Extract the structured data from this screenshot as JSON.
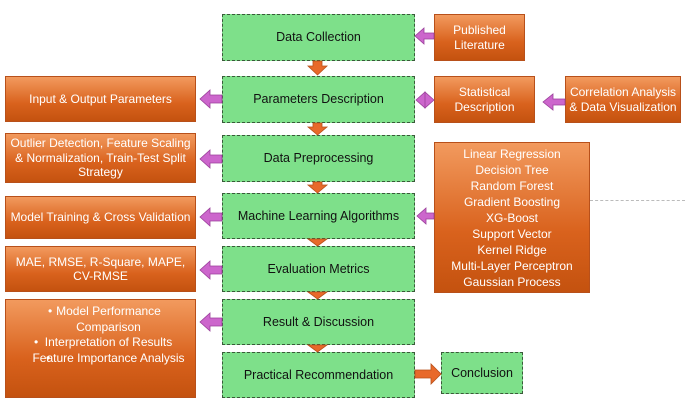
{
  "flow": {
    "data_collection": "Data Collection",
    "parameters_description": "Parameters Description",
    "data_preprocessing": "Data Preprocessing",
    "ml_algorithms": "Machine Learning Algorithms",
    "evaluation_metrics": "Evaluation Metrics",
    "result_discussion": "Result & Discussion",
    "practical_recommendation": "Practical Recommendation",
    "conclusion": "Conclusion"
  },
  "side": {
    "published_literature": "Published Literature",
    "input_output": "Input & Output Parameters",
    "statistical_description": "Statistical Description",
    "correlation": "Correlation Analysis & Data Visualization",
    "preprocessing_detail": "Outlier Detection, Feature Scaling & Normalization, Train-Test Split Strategy",
    "model_training": "Model Training & Cross Validation",
    "metrics_list": "MAE, RMSE, R-Square, MAPE, CV-RMSE",
    "result_items": [
      "Model Performance Comparison",
      "Interpretation of Results",
      "Feature Importance Analysis"
    ],
    "algorithms": [
      "Linear Regression",
      "Decision Tree",
      "Random Forest",
      "Gradient Boosting",
      "XG-Boost",
      "Support Vector",
      "Kernel Ridge",
      "Multi-Layer Perceptron",
      "Gaussian Process"
    ]
  },
  "colors": {
    "process_fill": "#7ee08a",
    "side_fill": "#e06a26",
    "down_arrow": "#e8692a",
    "link_arrow": "#cc66cc"
  }
}
